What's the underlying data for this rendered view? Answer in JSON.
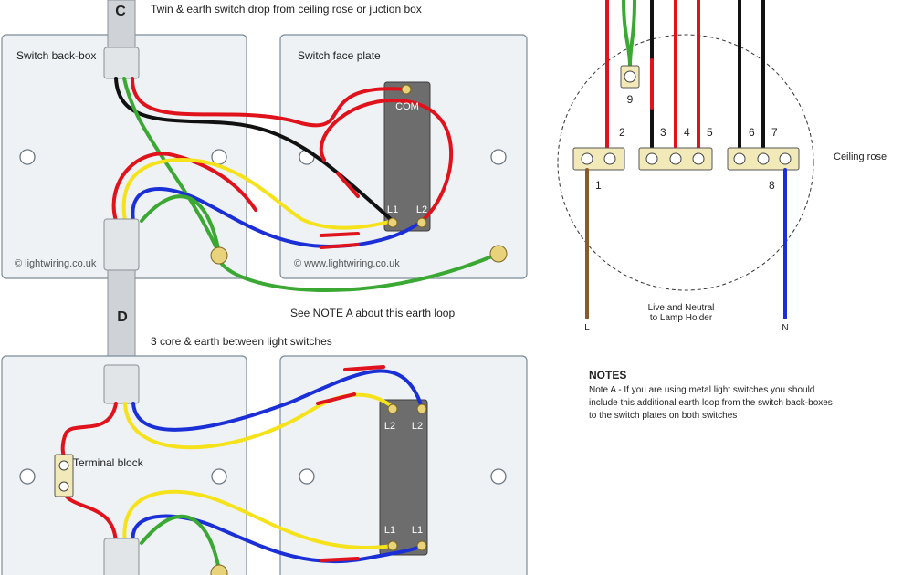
{
  "labels": {
    "conduit_c": "C",
    "conduit_d": "D",
    "caption_top": "Twin & earth switch drop from ceiling rose or juction box",
    "caption_mid": "3 core & earth between light switches",
    "earth_note": "See NOTE A about this earth loop",
    "switch_backbox": "Switch back-box",
    "switch_faceplate": "Switch face plate",
    "copyright_backbox": "© lightwiring.co.uk",
    "copyright_faceplate": "© www.lightwiring.co.uk",
    "terminal_block": "Terminal block"
  },
  "switch_top": {
    "com": "COM",
    "l1": "L1",
    "l2": "L2"
  },
  "switch_bottom": {
    "l2_left": "L2",
    "l2_right": "L2",
    "l1_left": "L1",
    "l1_right": "L1"
  },
  "ceiling_rose": {
    "title": "Ceiling rose",
    "terminals": [
      "1",
      "2",
      "3",
      "4",
      "5",
      "6",
      "7",
      "8",
      "9"
    ],
    "live": "L",
    "neutral": "N",
    "lamp_holder_line1": "Live and Neutral",
    "lamp_holder_line2": "to Lamp Holder"
  },
  "notes": {
    "title": "NOTES",
    "line1": "Note A - If you are using metal light switches you should",
    "line2": "include this additional earth loop from the switch back-boxes",
    "line3": "to the switch plates on both switches"
  },
  "colors": {
    "live": "#e0121b",
    "neutral_blue": "#1a2fd6",
    "yellow": "#f5e21a",
    "earth": "#3aa832",
    "black": "#111111",
    "brown": "#8b5a2b"
  }
}
